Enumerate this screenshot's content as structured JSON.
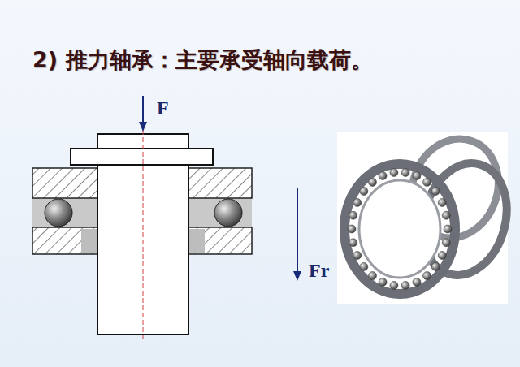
{
  "diagram": {
    "title": "2) 推力轴承：主要承受轴向载荷。",
    "labels": [
      "F",
      "Fr"
    ]
  }
}
